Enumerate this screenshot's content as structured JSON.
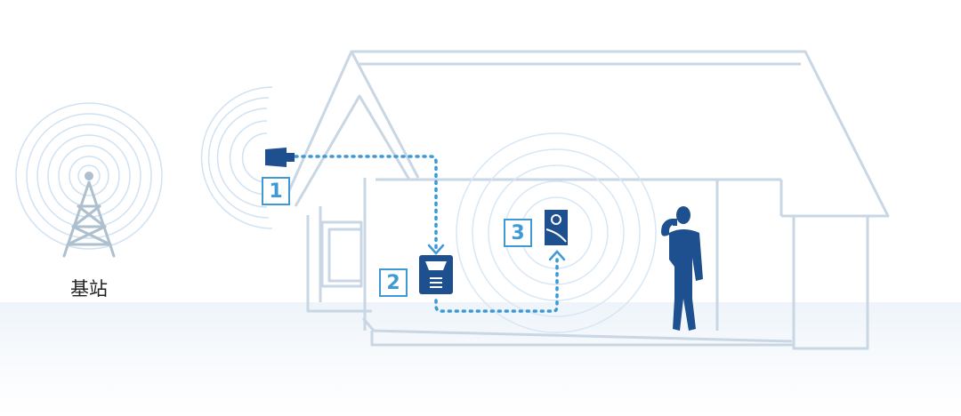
{
  "tower": {
    "label": "基站"
  },
  "steps": [
    {
      "number": "1"
    },
    {
      "number": "2"
    },
    {
      "number": "3"
    }
  ],
  "colors": {
    "outline": "#c9d6e3",
    "accent": "#3d9ad6",
    "device": "#1e4f8f",
    "waves": "#d7e7f5"
  }
}
